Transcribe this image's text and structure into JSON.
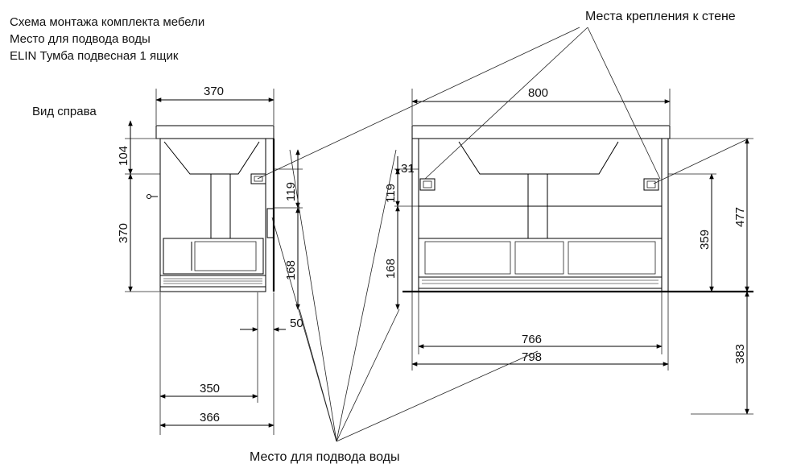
{
  "header": {
    "line1": "Схема монтажа комплекта мебели",
    "line2": "Место для подвода воды",
    "line3": "ELIN Тумба подвесная 1 ящик"
  },
  "labels": {
    "side_view": "Вид справа",
    "wall_mounts": "Места крепления к стене",
    "water_supply": "Место для подвода воды"
  },
  "dims": {
    "side_width_top": "370",
    "side_h_top": "104",
    "side_h_body": "370",
    "side_pipe_upper": "119",
    "side_pipe_lower": "168",
    "side_offset": "50",
    "side_w_inner": "350",
    "side_w_outer": "366",
    "front_width_top": "800",
    "front_small": "31",
    "front_pipe_upper": "119",
    "front_pipe_lower": "168",
    "front_mount_h": "359",
    "front_total_h": "477",
    "front_w_inner": "766",
    "front_w_outer": "798",
    "front_floor_h": "383"
  }
}
